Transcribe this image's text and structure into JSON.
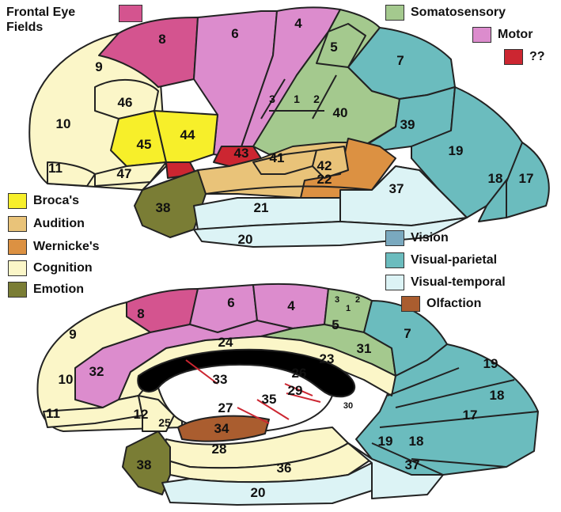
{
  "colors": {
    "cognition": "#fbf6c8",
    "motor": "#dc8ccd",
    "fef": "#d4548f",
    "somatosensory": "#a4c98e",
    "unknown": "#cc2631",
    "broca": "#f7ef2a",
    "audition": "#e9c379",
    "wernicke": "#dc9142",
    "emotion": "#7a7d35",
    "vision": "#7aa9bf",
    "visual_parietal": "#6bbcbe",
    "visual_temporal": "#dcf3f5",
    "olfaction": "#aa5d2f",
    "black": "#000000"
  },
  "legend": {
    "frontal_eye_fields": "Frontal Eye Fields",
    "somatosensory": "Somatosensory",
    "motor": "Motor",
    "unknown": "??",
    "broca": "Broca's",
    "audition": "Audition",
    "wernicke": "Wernicke's",
    "cognition": "Cognition",
    "emotion": "Emotion",
    "vision": "Vision",
    "visual_parietal": "Visual-parietal",
    "visual_temporal": "Visual-temporal",
    "olfaction": "Olfaction"
  },
  "lateral_areas": [
    "8",
    "6",
    "4",
    "5",
    "7",
    "9",
    "46",
    "10",
    "45",
    "44",
    "3",
    "1",
    "2",
    "40",
    "39",
    "19",
    "43",
    "41",
    "42",
    "22",
    "11",
    "47",
    "18",
    "17",
    "37",
    "38",
    "21",
    "20"
  ],
  "medial_areas": [
    "8",
    "6",
    "4",
    "3",
    "1",
    "2",
    "5",
    "7",
    "9",
    "24",
    "31",
    "23",
    "19",
    "10",
    "32",
    "33",
    "26",
    "29",
    "18",
    "30",
    "35",
    "17",
    "11",
    "12",
    "27",
    "25",
    "34",
    "18",
    "19",
    "28",
    "38",
    "36",
    "37",
    "20"
  ]
}
